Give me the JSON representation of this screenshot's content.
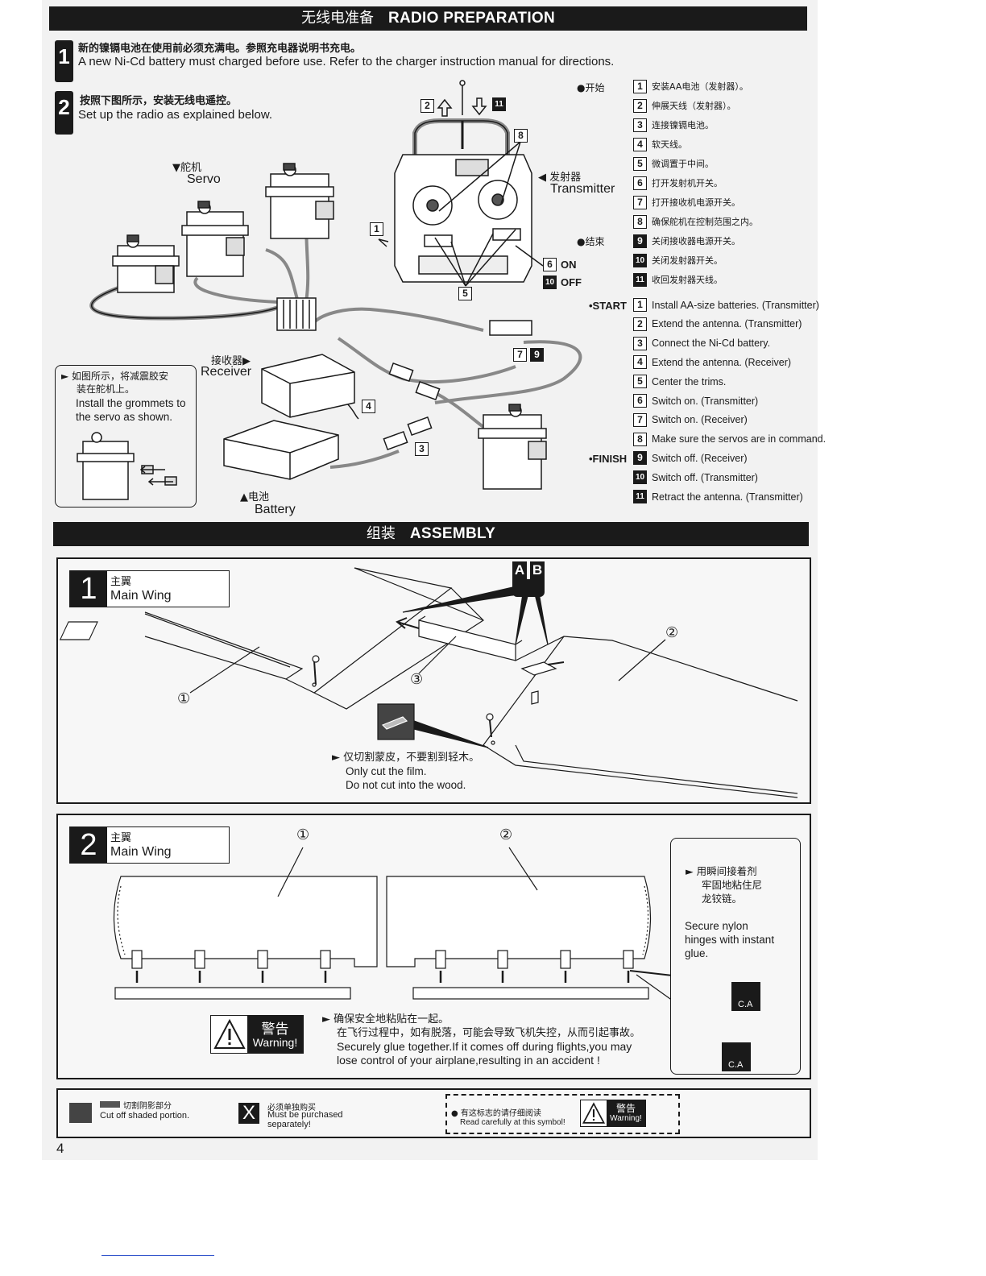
{
  "header": {
    "cn": "无线电准备",
    "en": "RADIO PREPARATION"
  },
  "steps": [
    {
      "num": "1",
      "cn": "新的镍镉电池在使用前必须充满电。参照充电器说明书充电。",
      "en": "A new Ni-Cd battery must charged before use. Refer to the charger instruction manual for directions."
    },
    {
      "num": "2",
      "cn": "按照下图所示，安装无线电遥控。",
      "en": "Set up the radio as explained below."
    }
  ],
  "labels": {
    "servo_cn": "▼舵机",
    "servo_en": "Servo",
    "transmitter_cn": "◀ 发射器",
    "transmitter_en": "Transmitter",
    "receiver_cn": "接收器▶",
    "receiver_en": "Receiver",
    "battery_cn": "▲电池",
    "battery_en": "Battery",
    "on": "ON",
    "off": "OFF",
    "start_cn": "●开始",
    "finish_cn": "●结束"
  },
  "grommet_note": {
    "cn1": "► 如图所示，将减震胶安",
    "cn2": "装在舵机上。",
    "en1": "Install the grommets to",
    "en2": "the servo as shown."
  },
  "callouts": {
    "n1": "1",
    "n2": "2",
    "n3": "3",
    "n4": "4",
    "n5": "5",
    "n6": "6",
    "n7": "7",
    "n8": "8",
    "n9": "9",
    "n10": "10",
    "n11": "11"
  },
  "start_label": "•START",
  "finish_label": "•FINISH",
  "list_cn": [
    {
      "n": "1",
      "t": "安装AA电池（发射器）。",
      "inv": false
    },
    {
      "n": "2",
      "t": "伸展天线（发射器）。",
      "inv": false
    },
    {
      "n": "3",
      "t": "连接镍镉电池。",
      "inv": false
    },
    {
      "n": "4",
      "t": "软天线。",
      "inv": false
    },
    {
      "n": "5",
      "t": "微调置于中间。",
      "inv": false
    },
    {
      "n": "6",
      "t": "打开发射机开关。",
      "inv": false
    },
    {
      "n": "7",
      "t": "打开接收机电源开关。",
      "inv": false
    },
    {
      "n": "8",
      "t": "确保舵机在控制范围之内。",
      "inv": false
    },
    {
      "n": "9",
      "t": "关闭接收器电源开关。",
      "inv": true
    },
    {
      "n": "10",
      "t": "关闭发射器开关。",
      "inv": true
    },
    {
      "n": "11",
      "t": "收回发射器天线。",
      "inv": true
    }
  ],
  "list_en": [
    {
      "n": "1",
      "t": "Install AA-size batteries. (Transmitter)",
      "inv": false
    },
    {
      "n": "2",
      "t": "Extend the antenna. (Transmitter)",
      "inv": false
    },
    {
      "n": "3",
      "t": "Connect the Ni-Cd battery.",
      "inv": false
    },
    {
      "n": "4",
      "t": "Extend the antenna. (Receiver)",
      "inv": false
    },
    {
      "n": "5",
      "t": "Center the trims.",
      "inv": false
    },
    {
      "n": "6",
      "t": "Switch on. (Transmitter)",
      "inv": false
    },
    {
      "n": "7",
      "t": "Switch on. (Receiver)",
      "inv": false
    },
    {
      "n": "8",
      "t": "Make sure the servos are in command.",
      "inv": false
    },
    {
      "n": "9",
      "t": "Switch off. (Receiver)",
      "inv": true
    },
    {
      "n": "10",
      "t": "Switch off. (Transmitter)",
      "inv": true
    },
    {
      "n": "11",
      "t": "Retract the antenna. (Transmitter)",
      "inv": true
    }
  ],
  "assembly": {
    "cn": "组装",
    "en": "ASSEMBLY"
  },
  "asm1": {
    "num": "1",
    "cn": "主翼",
    "en": "Main Wing",
    "tag_a": "A",
    "tag_b": "B",
    "c1": "①",
    "c2": "②",
    "c3": "③",
    "note_cn": "► 仅切割蒙皮，不要割到轻木。",
    "note_en1": "Only cut the film.",
    "note_en2": "Do not cut into the wood."
  },
  "asm2": {
    "num": "2",
    "cn": "主翼",
    "en": "Main Wing",
    "c1": "①",
    "c2": "②",
    "side_cn1": "► 用瞬间接着剂",
    "side_cn2": "牢固地粘住尼",
    "side_cn3": "龙铰链。",
    "side_en1": "Secure nylon",
    "side_en2": "hinges with instant",
    "side_en3": "glue.",
    "ca": "C.A",
    "warn_cn": "警告",
    "warn_en": "Warning!",
    "note_cn1": "► 确保安全地粘贴在一起。",
    "note_cn2": "在飞行过程中，如有脱落，可能会导致飞机失控，从而引起事故。",
    "note_en1": "Securely glue together.If it comes off during flights,you may",
    "note_en2": "lose control of your airplane,resulting in an accident !"
  },
  "legend": {
    "cut_cn": "切割阴影部分",
    "cut_en": "Cut off shaded portion.",
    "buy_cn": "必须单独购买",
    "buy_en1": "Must be purchased",
    "buy_en2": "separately!",
    "read_cn": "● 有这标志的请仔细阅读",
    "read_en": "Read carefully at this symbol!",
    "warn_cn": "警告",
    "warn_en": "Warning!"
  },
  "page_number": "4"
}
